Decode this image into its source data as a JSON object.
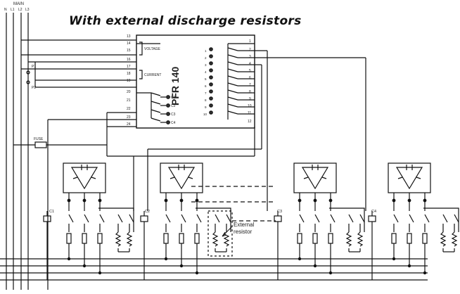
{
  "title": "With external discharge resistors",
  "mains": {
    "label": "MAIN",
    "phases": [
      "N",
      "L1",
      "L2",
      "L3"
    ]
  },
  "controller": {
    "model": "PFR 140",
    "voltage_label": "VOLTAGE",
    "current_label": "CURRENT",
    "left_terminals": [
      "13",
      "14",
      "15",
      "16",
      "17",
      "18",
      "19",
      "20",
      "21",
      "22",
      "23",
      "24"
    ],
    "alarm_terminals": [
      "C1",
      "C2",
      "C3",
      "C4"
    ],
    "relay_numbers": [
      "1",
      "2",
      "3",
      "4",
      "5",
      "6",
      "7",
      "8",
      "9",
      "10"
    ],
    "right_terminals": [
      "1",
      "2",
      "3",
      "4",
      "5",
      "6",
      "7",
      "8",
      "9",
      "10",
      "11",
      "12"
    ]
  },
  "ct_labels": [
    "P1",
    "P2"
  ],
  "fuse_label": "FUSE",
  "contactor_labels": [
    "C1",
    "C2",
    "C3",
    "C4"
  ],
  "external_resistor_note": [
    "External",
    "resistor"
  ]
}
